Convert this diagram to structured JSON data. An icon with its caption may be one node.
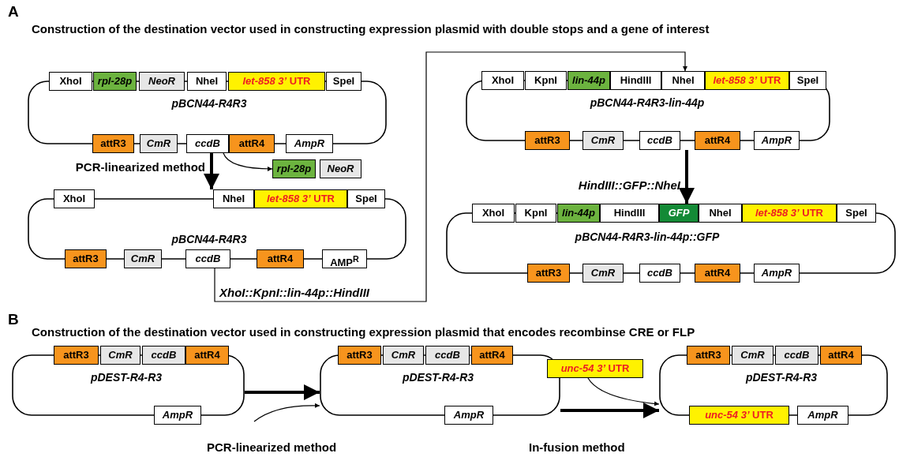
{
  "diagram": {
    "nodes": [
      {
        "text": [
          "pBCN44-R4R3"
        ]
      },
      {
        "text": [
          "XhoI"
        ]
      },
      {
        "text": [
          "rpl-28p"
        ]
      },
      {
        "text": [
          "NeoR"
        ]
      },
      {
        "text": [
          "NheI"
        ]
      },
      {
        "text": [
          "*let-858 3’* UTR"
        ]
      },
      {
        "text": [
          "SpeI"
        ]
      },
      {
        "text": [
          "attR3"
        ]
      },
      {
        "text": [
          "CmR"
        ]
      },
      {
        "text": [
          "ccdB"
        ]
      },
      {
        "text": [
          "attR4"
        ]
      },
      {
        "text": [
          "AmpR"
        ]
      },
      {
        "text": [
          "rpl-28p"
        ]
      },
      {
        "text": [
          "NeoR"
        ]
      },
      {
        "text": [
          "pBCN44-R4R3"
        ]
      },
      {
        "text": [
          "XhoI"
        ]
      },
      {
        "text": [
          "NheI"
        ]
      },
      {
        "text": [
          "*let-858 3’* UTR"
        ]
      },
      {
        "text": [
          "SpeI"
        ]
      },
      {
        "text": [
          "attR3"
        ]
      },
      {
        "text": [
          "CmR"
        ]
      },
      {
        "text": [
          "ccdB"
        ]
      },
      {
        "text": [
          "attR4"
        ]
      },
      {
        "text": [
          "AMP$^{R}$"
        ]
      },
      {
        "text": [
          "pBCN44-R4R3-lin-44p"
        ]
      },
      {
        "text": [
          "XhoI"
        ]
      },
      {
        "text": [
          "KpnI"
        ]
      },
      {
        "text": [
          "lin-44p"
        ]
      },
      {
        "text": [
          "HindIII"
        ]
      },
      {
        "text": [
          "NheI"
        ]
      },
      {
        "text": [
          "*let-858 3’* UTR"
        ]
      },
      {
        "text": [
          "SpeI"
        ]
      },
      {
        "text": [
          "attR3"
        ]
      },
      {
        "text": [
          "CmR"
        ]
      },
      {
        "text": [
          "ccdB"
        ]
      },
      {
        "text": [
          "attR4"
        ]
      },
      {
        "text": [
          "AmpR"
        ]
      },
      {
        "text": [
          "pBCN44-R4R3-lin-44p::GFP"
        ]
      },
      {
        "text": [
          "XhoI"
        ]
      },
      {
        "text": [
          "KpnI"
        ]
      },
      {
        "text": [
          "lin-44p"
        ]
      },
      {
        "text": [
          "HindIII"
        ]
      },
      {
        "text": [
          "GFP"
        ]
      },
      {
        "text": [
          "NheI"
        ]
      },
      {
        "text": [
          "*let-858 3’* UTR"
        ]
      },
      {
        "text": [
          "SpeI"
        ]
      },
      {
        "text": [
          "attR3"
        ]
      },
      {
        "text": [
          "CmR"
        ]
      },
      {
        "text": [
          "ccdB"
        ]
      },
      {
        "text": [
          "attR4"
        ]
      },
      {
        "text": [
          "AmpR"
        ]
      },
      {
        "text": [
          "pDEST-R4-R3"
        ]
      },
      {
        "text": [
          "attR3"
        ]
      },
      {
        "text": [
          "CmR"
        ]
      },
      {
        "text": [
          "ccdB"
        ]
      },
      {
        "text": [
          "attR4"
        ]
      },
      {
        "text": [
          "AmpR"
        ]
      },
      {
        "text": [
          "pDEST-R4-R3"
        ]
      },
      {
        "text": [
          "attR3"
        ]
      },
      {
        "text": [
          "CmR"
        ]
      },
      {
        "text": [
          "ccdB"
        ]
      },
      {
        "text": [
          "attR4"
        ]
      },
      {
        "text": [
          "AmpR"
        ]
      },
      {
        "text": [
          "*unc-54 3’* UTR"
        ]
      },
      {
        "text": [
          "pDEST-R4-R3"
        ]
      },
      {
        "text": [
          "attR3"
        ]
      },
      {
        "text": [
          "CmR"
        ]
      },
      {
        "text": [
          "ccdB"
        ]
      },
      {
        "text": [
          "attR4"
        ]
      },
      {
        "text": [
          "*unc-54 3’* UTR"
        ]
      },
      {
        "text": [
          "AmpR"
        ]
      }
    ],
    "edges": [
      {
        "from": 0,
        "to": 14,
        "arrow": "to",
        "label": "PCR-linearized method",
        "style": "thick"
      },
      {
        "from": 9,
        "to": 12,
        "arrow": "to"
      },
      {
        "from": 14,
        "to": 24,
        "arrow": "to",
        "label": "XhoI::KpnI::lin-44p::HindIII"
      },
      {
        "from": 24,
        "to": 37,
        "arrow": "to",
        "label": "HindIII::GFP::NheI",
        "style": "thick"
      },
      {
        "from": 51,
        "to": 57,
        "arrow": "to",
        "label": "PCR-linearized method",
        "style": "thick"
      },
      {
        "from": null,
        "to": 57,
        "arrow": "to"
      },
      {
        "from": 57,
        "to": 64,
        "arrow": "to",
        "label": "In-fusion method",
        "style": "thick"
      },
      {
        "from": 63,
        "to": 64,
        "arrow": "to"
      }
    ],
    "labels": [
      "A",
      "Construction of the destination vector used in constructing expression plasmid with double stops and a gene of interest",
      "B",
      "Construction of the destination vector used in constructing expression plasmid that encodes recombinse CRE or FLP"
    ]
  }
}
